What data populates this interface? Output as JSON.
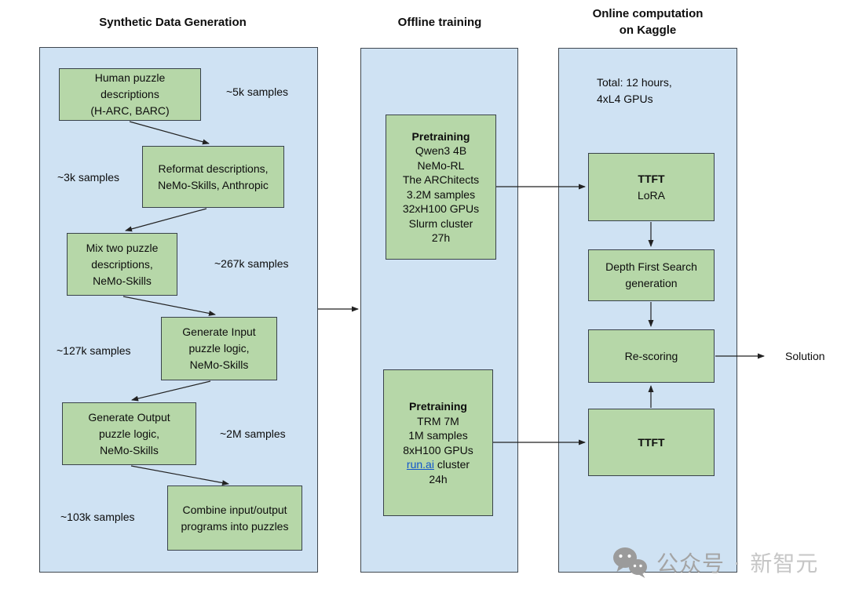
{
  "titles": {
    "synthetic": "Synthetic Data Generation",
    "offline": "Offline training",
    "online1": "Online computation",
    "online2": "on Kaggle"
  },
  "synthetic": {
    "boxes": [
      {
        "lines": [
          "Human puzzle",
          "descriptions",
          "(H-ARC, BARC)"
        ]
      },
      {
        "lines": [
          "Reformat descriptions,",
          "NeMo-Skills, Anthropic"
        ]
      },
      {
        "lines": [
          "Mix two puzzle",
          "descriptions,",
          "NeMo-Skills"
        ]
      },
      {
        "lines": [
          "Generate Input",
          "puzzle logic,",
          "NeMo-Skills"
        ]
      },
      {
        "lines": [
          "Generate Output",
          "puzzle logic,",
          "NeMo-Skills"
        ]
      },
      {
        "lines": [
          "Combine input/output",
          "programs into puzzles"
        ]
      }
    ],
    "labels": [
      "~5k samples",
      "~3k samples",
      "~267k samples",
      "~127k samples",
      "~2M samples",
      "~103k samples"
    ]
  },
  "offline": {
    "pretrain_qwen": {
      "lines": [
        "Pretraining",
        "Qwen3 4B",
        "NeMo-RL",
        "The ARChitects",
        "3.2M samples",
        "32xH100 GPUs",
        "Slurm cluster",
        "27h"
      ]
    },
    "pretrain_trm": {
      "lines": [
        "Pretraining",
        "TRM 7M",
        "1M samples",
        "8xH100 GPUs"
      ],
      "link": "run.ai",
      "link_rest": " cluster",
      "last": "24h"
    }
  },
  "online": {
    "note1": "Total: 12 hours,",
    "note2": "4xL4 GPUs",
    "ttft_lora": {
      "l1": "TTFT",
      "l2": "LoRA"
    },
    "dfs": {
      "l1": "Depth First Search",
      "l2": "generation"
    },
    "rescoring": "Re-scoring",
    "ttft": "TTFT"
  },
  "output_label": "Solution",
  "watermark": {
    "icon": "wechat-icon",
    "left": "公众号",
    "separator": "·",
    "right": "新智元"
  },
  "colors": {
    "container_fill": "#cfe2f3",
    "box_fill": "#b6d7a8",
    "link": "#1155cc",
    "arrow": "#222222"
  }
}
